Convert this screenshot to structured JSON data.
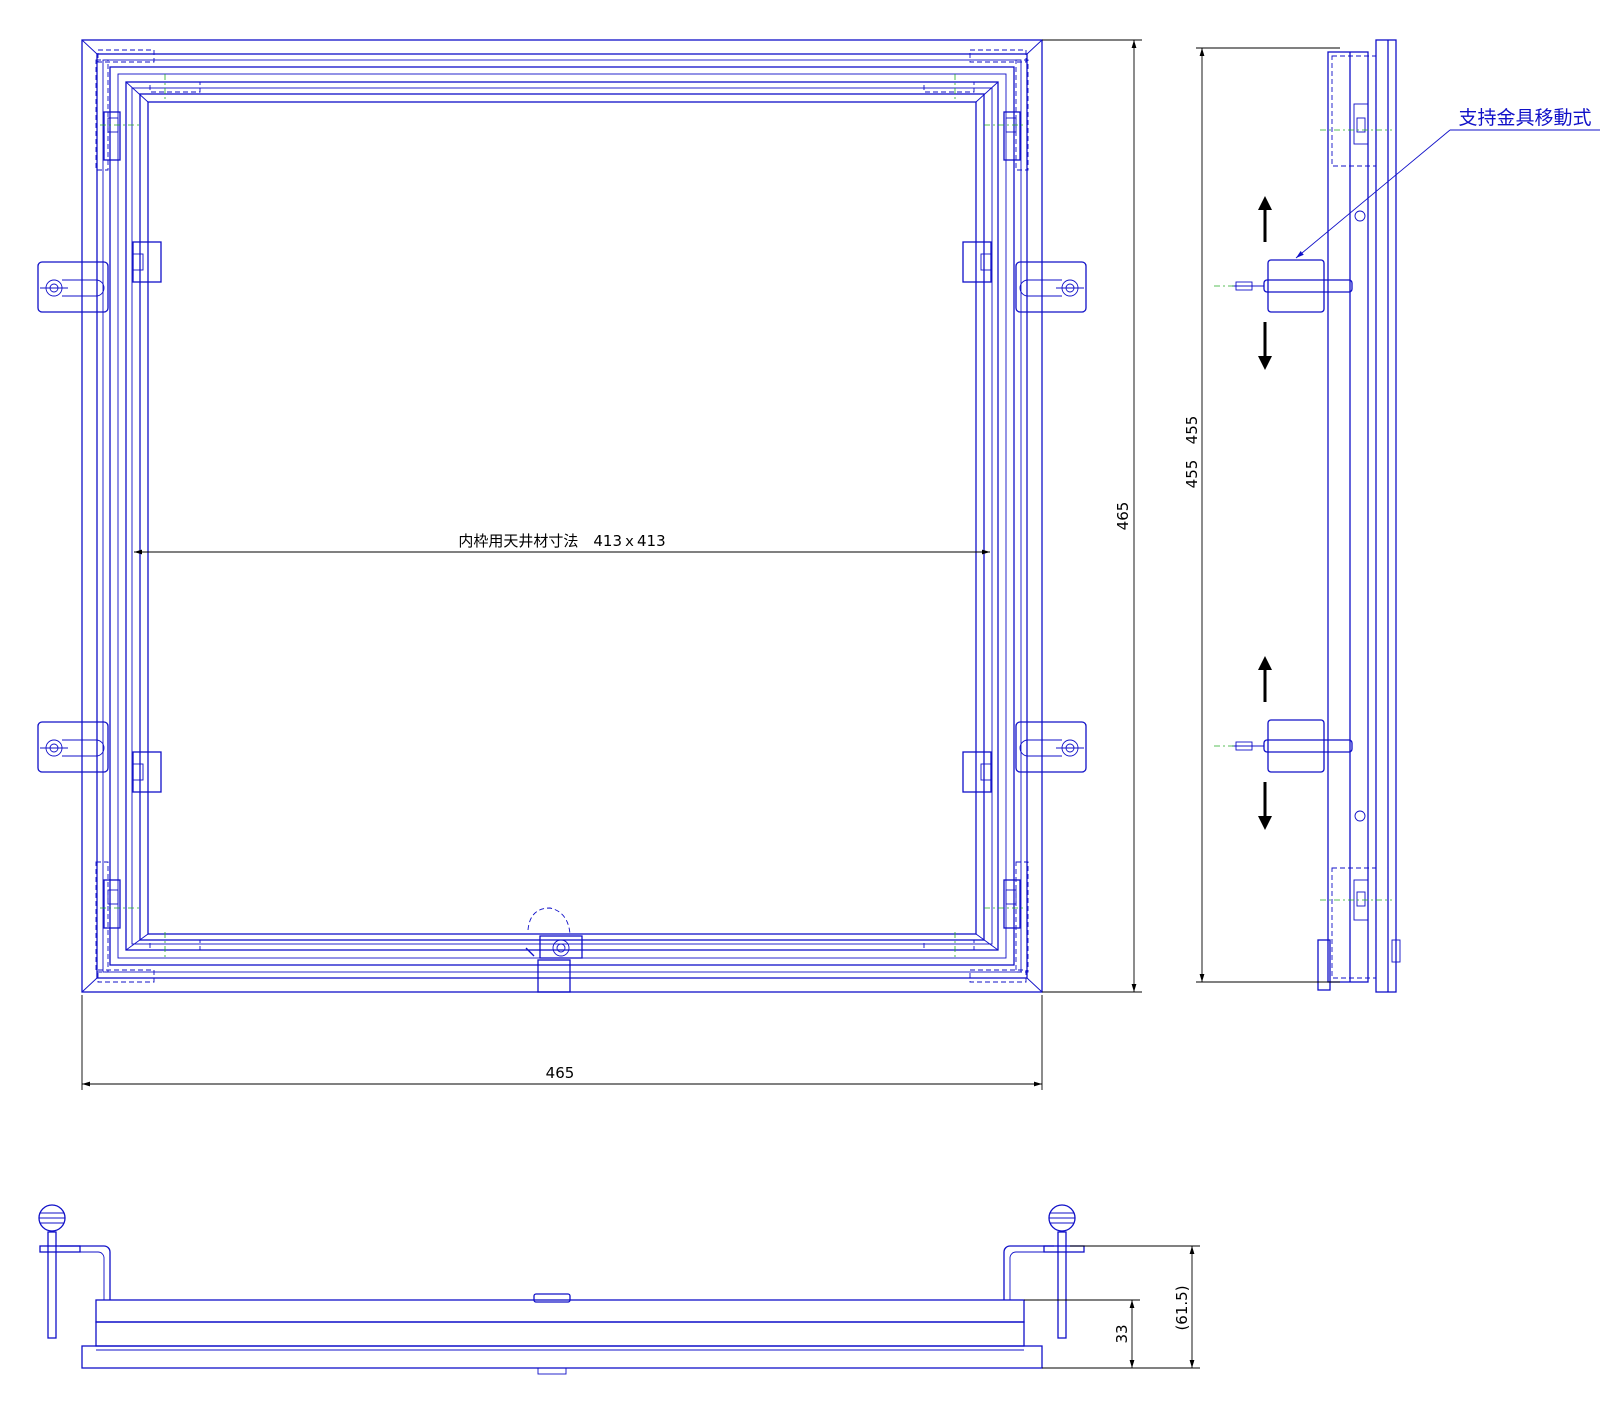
{
  "drawing": {
    "colors": {
      "outline": "#1010c8",
      "dimension": "#000000",
      "centerline": "#22aa22"
    },
    "front_view": {
      "inner_frame_label": "内枠用天井材寸法　413ｘ413",
      "width_dim": "465",
      "height_dim": "465"
    },
    "side_view": {
      "callout": "支持金具移動式",
      "height_dim_outer": "455",
      "height_dim_inner": "455"
    },
    "bottom_view": {
      "dim_frame": "33",
      "dim_total": "(61.5)"
    }
  }
}
